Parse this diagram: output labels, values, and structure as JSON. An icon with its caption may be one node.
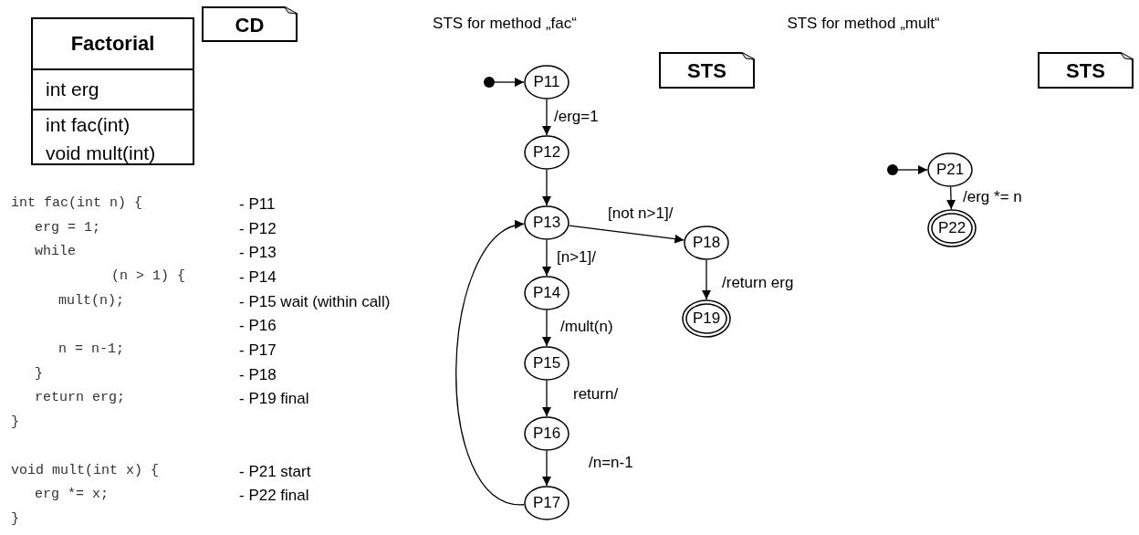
{
  "diagram": {
    "nodes": [
      {
        "text": [
          "Factorial",
          "int erg",
          "int fac(int)",
          "void mult(int)"
        ]
      },
      {
        "text": [
          "CD"
        ]
      },
      {
        "text": [
          "STS"
        ]
      },
      {
        "text": [],
        "shape": "circle"
      },
      {
        "text": [
          "P11"
        ]
      },
      {
        "text": [
          "P12"
        ]
      },
      {
        "text": [
          "P13"
        ]
      },
      {
        "text": [
          "P14"
        ]
      },
      {
        "text": [
          "P15"
        ]
      },
      {
        "text": [
          "P16"
        ]
      },
      {
        "text": [
          "P17"
        ]
      },
      {
        "text": [
          "P18"
        ]
      },
      {
        "text": [
          "P19"
        ]
      },
      {
        "text": [
          "STS"
        ]
      },
      {
        "text": [],
        "shape": "circle"
      },
      {
        "text": [
          "P21"
        ]
      },
      {
        "text": [
          "P22"
        ]
      }
    ],
    "edges": [
      {
        "from": 3,
        "to": 4,
        "arrow": "to"
      },
      {
        "from": 4,
        "to": 5,
        "arrow": "to",
        "label": "/erg=1"
      },
      {
        "from": 5,
        "to": 6,
        "arrow": "to"
      },
      {
        "from": 6,
        "to": 7,
        "arrow": "to",
        "label": "[n>1]/"
      },
      {
        "from": 6,
        "to": 11,
        "arrow": "to",
        "label": "[not n>1]/"
      },
      {
        "from": 7,
        "to": 8,
        "arrow": "to",
        "label": "/mult(n)"
      },
      {
        "from": 8,
        "to": 9,
        "arrow": "to",
        "label": "return/"
      },
      {
        "from": 9,
        "to": 10,
        "arrow": "to",
        "label": "/n=n-1"
      },
      {
        "from": 10,
        "to": 6,
        "arrow": "to"
      },
      {
        "from": 11,
        "to": 12,
        "arrow": "to",
        "label": "/return erg"
      },
      {
        "from": 14,
        "to": 15,
        "arrow": "to"
      },
      {
        "from": 15,
        "to": 16,
        "arrow": "to",
        "label": "/erg *= n"
      }
    ],
    "labels": [
      "STS for method „fac“",
      "STS for method „mult“",
      "int fac(int n) {",
      "- P11",
      "erg = 1;",
      "- P12",
      "while",
      "- P13",
      "(n > 1) {",
      "- P14",
      "mult(n);",
      "- P15 wait (within call)",
      "- P16",
      "n = n-1;",
      "- P17",
      "}",
      "- P18",
      "return erg;",
      "- P19 final",
      "}",
      "void mult(int x) {",
      "- P21 start",
      "erg *= x;",
      "- P22 final",
      "}"
    ]
  }
}
